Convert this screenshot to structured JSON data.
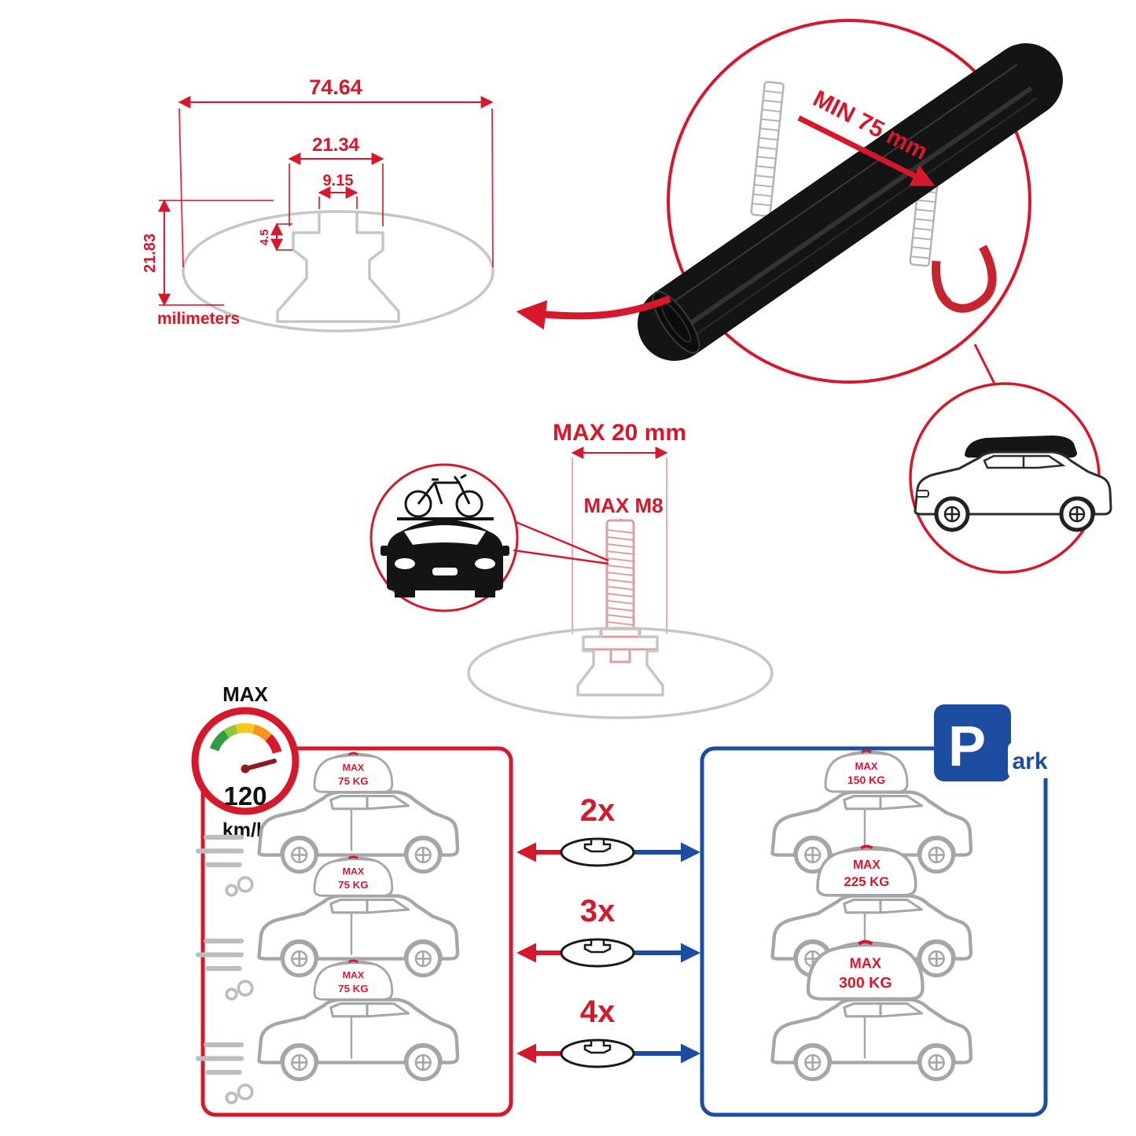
{
  "colors": {
    "red": "#d6182c",
    "blue": "#1c4da0",
    "gray_outline": "#a6a6a6",
    "bar_black": "#141414",
    "profile_gray": "#c6c6c6"
  },
  "cross_section": {
    "width_total": "74.64",
    "width_bracket": "21.34",
    "width_slot": "9.15",
    "depth_step": "4.5",
    "height_total": "21.83",
    "units": "milimeters"
  },
  "bar_detail": {
    "min_label": "MIN 75 mm"
  },
  "bolt": {
    "max_width": "MAX 20 mm",
    "max_thread": "MAX M8"
  },
  "speed": {
    "label": "MAX",
    "value": "120",
    "unit": "km/h"
  },
  "parking_sign": {
    "p": "P",
    "suffix": "ark"
  },
  "multipliers": [
    {
      "label": "2x"
    },
    {
      "label": "3x"
    },
    {
      "label": "4x"
    }
  ],
  "driving_cars": [
    {
      "max": "MAX",
      "weight": "75 KG"
    },
    {
      "max": "MAX",
      "weight": "75 KG"
    },
    {
      "max": "MAX",
      "weight": "75 KG"
    }
  ],
  "parked_cars": [
    {
      "max": "MAX",
      "weight": "150 KG"
    },
    {
      "max": "MAX",
      "weight": "225 KG"
    },
    {
      "max": "MAX",
      "weight": "300 KG"
    }
  ]
}
